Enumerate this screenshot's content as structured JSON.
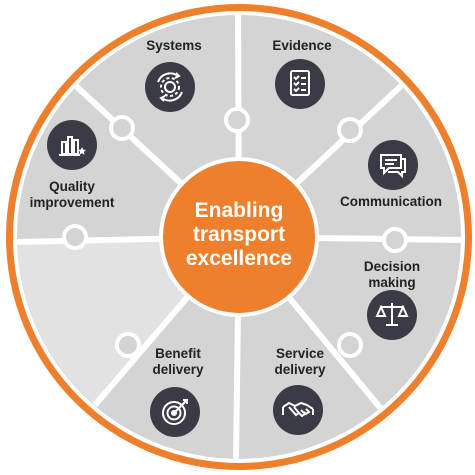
{
  "diagram": {
    "center": "Enabling\ntransport\nexcellence",
    "segments": [
      {
        "label": "Systems",
        "icon": "gear-cycle-icon"
      },
      {
        "label": "Evidence",
        "icon": "checklist-icon"
      },
      {
        "label": "Communication",
        "icon": "chat-bubble-icon"
      },
      {
        "label": "Decision making",
        "icon": "scales-icon"
      },
      {
        "label": "Service\ndelivery",
        "icon": "handshake-icon"
      },
      {
        "label": "Benefit\ndelivery",
        "icon": "target-icon"
      },
      {
        "label": "Quality\nimprovement",
        "icon": "bar-chart-star-icon"
      }
    ]
  },
  "colors": {
    "ring": "#ee7f2d",
    "center": "#ee7f2d",
    "segment": "#d4d4d4",
    "divider": "#ffffff",
    "icon_bg": "#3b3b45"
  }
}
